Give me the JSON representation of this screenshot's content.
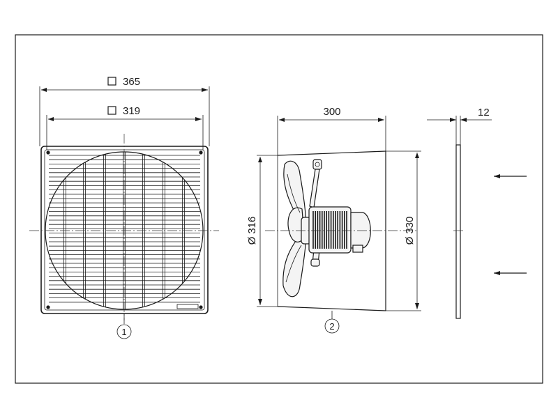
{
  "grille": {
    "outer_square": "365",
    "inner_square": "319",
    "callout": "1"
  },
  "fan": {
    "length": "300",
    "diameter_fan": "316",
    "diameter_housing": "330",
    "callout": "2"
  },
  "plate": {
    "thickness": "12"
  },
  "symbols": {
    "square": "square-symbol",
    "diameter_prefix": "Ø"
  },
  "colors": {
    "line": "#1a1a1a",
    "background": "#ffffff"
  }
}
